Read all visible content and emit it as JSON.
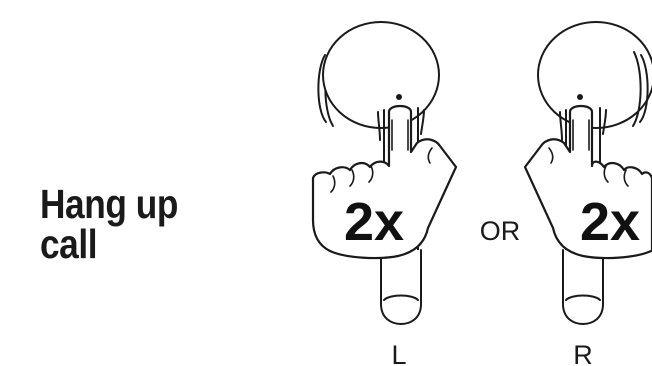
{
  "action": {
    "line1": "Hang up",
    "line2": "call"
  },
  "left_earbud": {
    "tap_count": "2x",
    "side_label": "L"
  },
  "connector": "OR",
  "right_earbud": {
    "tap_count": "2x",
    "side_label": "R"
  },
  "colors": {
    "ink": "#1a1a1a",
    "background": "#ffffff"
  },
  "icons": [
    "earbud-icon",
    "tapping-hand-icon"
  ]
}
